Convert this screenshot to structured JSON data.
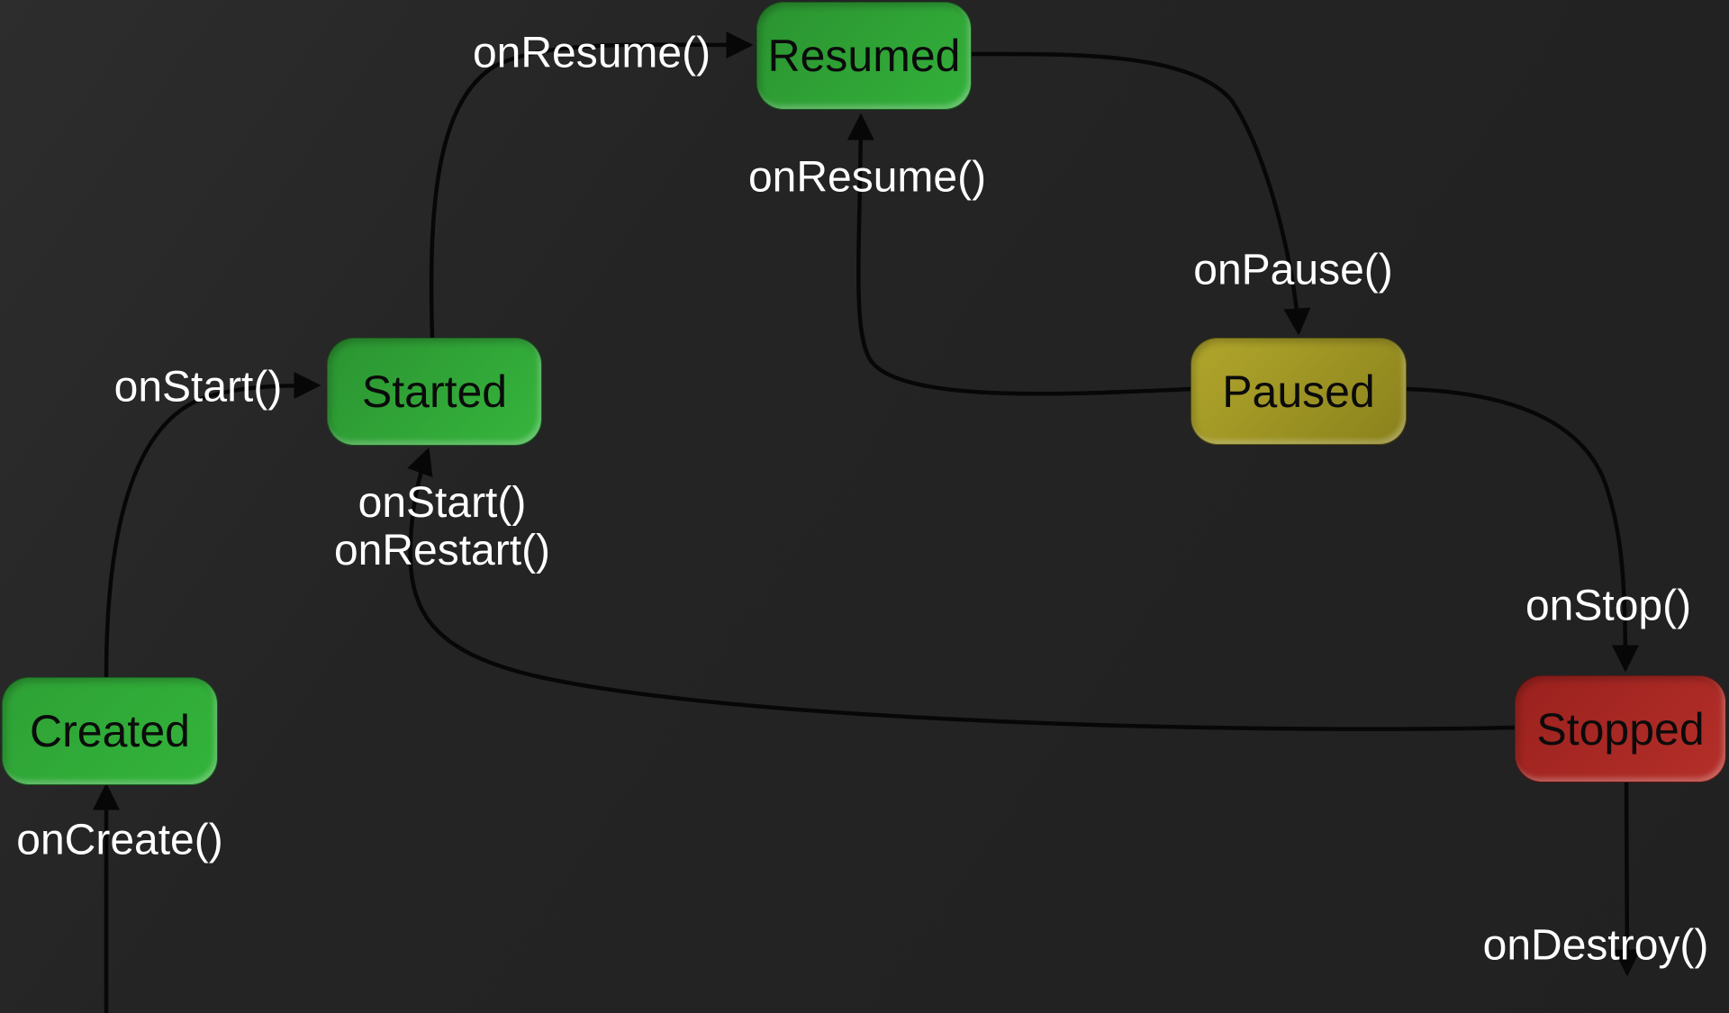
{
  "diagram": {
    "background_color": "#232323",
    "edge_color": "#070707",
    "edge_label_color": "#ffffff",
    "node_text_color": "#0b0b0b",
    "nodes": [
      {
        "id": "created",
        "label": "Created",
        "fill_start": "#2ea135",
        "fill_end": "#33b43b"
      },
      {
        "id": "started",
        "label": "Started",
        "fill_start": "#2b9431",
        "fill_end": "#36b53d"
      },
      {
        "id": "resumed",
        "label": "Resumed",
        "fill_start": "#2b9330",
        "fill_end": "#33b13b"
      },
      {
        "id": "paused",
        "label": "Paused",
        "fill_start": "#b1a72c",
        "fill_end": "#8a811c"
      },
      {
        "id": "stopped",
        "label": "Stopped",
        "fill_start": "#9a211e",
        "fill_end": "#b52f29"
      }
    ],
    "edges": [
      {
        "from": "entry",
        "to": "Created",
        "label": "onCreate()"
      },
      {
        "from": "Created",
        "to": "Started",
        "label": "onStart()"
      },
      {
        "from": "Started",
        "to": "Resumed",
        "label": "onResume()"
      },
      {
        "from": "Resumed",
        "to": "Paused",
        "label": "onPause()"
      },
      {
        "from": "Paused",
        "to": "Resumed",
        "label": "onResume()"
      },
      {
        "from": "Paused",
        "to": "Stopped",
        "label": "onStop()"
      },
      {
        "from": "Stopped",
        "to": "Started",
        "label_line1": "onStart()",
        "label_line2": "onRestart()"
      },
      {
        "from": "Stopped",
        "to": "exit",
        "label": "onDestroy()"
      }
    ]
  }
}
